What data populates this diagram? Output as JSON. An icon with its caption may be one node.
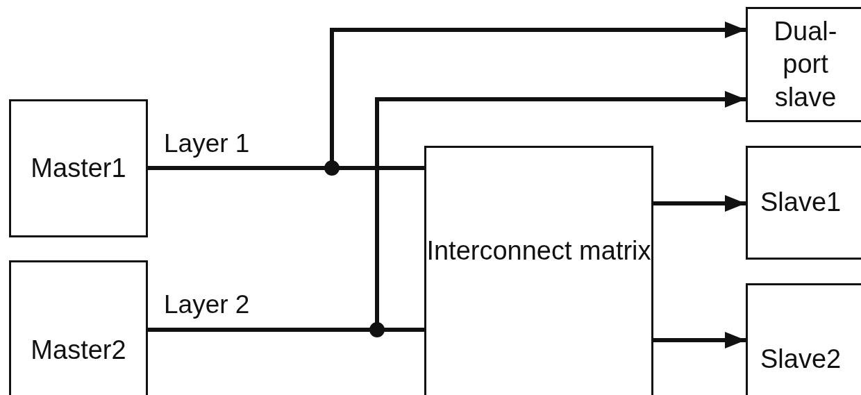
{
  "diagram": {
    "nodes": [
      {
        "text": [
          "Master1"
        ]
      },
      {
        "text": [
          "Master2"
        ]
      },
      {
        "text": [
          "Interconnect matrix"
        ]
      },
      {
        "text": [
          "Dual-port slave"
        ]
      },
      {
        "text": [
          "Slave1"
        ]
      },
      {
        "text": [
          "Slave2"
        ]
      }
    ],
    "edges": [
      {
        "from": 0,
        "to": 2,
        "arrow": "none",
        "label": "Layer 1"
      },
      {
        "from": 0,
        "to": 3,
        "arrow": "to"
      },
      {
        "from": 1,
        "to": 2,
        "arrow": "none",
        "label": "Layer 2"
      },
      {
        "from": 1,
        "to": 3,
        "arrow": "to"
      },
      {
        "from": 2,
        "to": 4,
        "arrow": "to"
      },
      {
        "from": 2,
        "to": 5,
        "arrow": "to"
      }
    ]
  }
}
